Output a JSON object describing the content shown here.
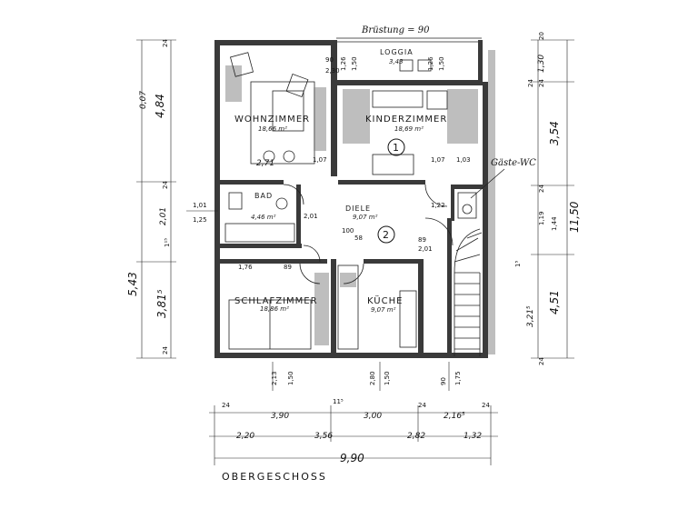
{
  "plan": {
    "title": "OBERGESCHOSS",
    "top_note": "Brüstung = 90",
    "guest_wc_label": "Gäste-WC"
  },
  "rooms": {
    "wohnzimmer": {
      "name": "WOHNZIMMER",
      "area": "18,66 m²"
    },
    "kinderzimmer": {
      "name": "KINDERZIMMER",
      "area": "18,69 m²"
    },
    "loggia": {
      "name": "LOGGIA",
      "area": "3,43"
    },
    "bad": {
      "name": "BAD",
      "area": "4,46 m²"
    },
    "diele": {
      "name": "DIELE",
      "area": "9,07 m²"
    },
    "schlafzimmer": {
      "name": "SCHLAFZIMMER",
      "area": "18,86 m²"
    },
    "kueche": {
      "name": "KÜCHE",
      "area": "9,07 m²"
    }
  },
  "markers": {
    "one": "1",
    "two": "2"
  },
  "dims": {
    "left_outer_1": "0,07",
    "left_outer_2": "4,84",
    "left_outer_3": "5,43",
    "left_outer_4": "3,81⁵",
    "left_24_top": "24",
    "left_24_mid": "24",
    "left_24_bot": "24",
    "left_201": "2,01",
    "left_115": "1¹⁵",
    "left_101": "1,01",
    "left_125": "1,25",
    "right_20": "20",
    "right_130": "1,30",
    "right_354": "3,54",
    "right_1150": "11,50",
    "right_24a": "24",
    "right_24b": "24",
    "right_119": "1,19",
    "right_144": "1,44",
    "right_451": "4,51",
    "right_321": "3,21⁵",
    "right_15": "1⁵",
    "right_24c": "24",
    "right_24d": "24",
    "bottom_24a": "24",
    "bottom_390": "3,90",
    "bottom_115": "11⁵",
    "bottom_300": "3,00",
    "bottom_24b": "24",
    "bottom_216": "2,16⁵",
    "bottom_24c": "24",
    "bottom_220": "2,20",
    "bottom_356": "3,56",
    "bottom_282": "2,82",
    "bottom_132": "1,32",
    "bottom_990": "9,90",
    "sub_213": "2,13",
    "sub_150a": "1,50",
    "sub_280": "2,80",
    "sub_150b": "1,50",
    "sub_90": "90",
    "sub_175": "1,75",
    "inner_90": "90",
    "inner_230": "2,30",
    "inner_126a": "1,26",
    "inner_150a": "1,50",
    "inner_126b": "1,26",
    "inner_150b": "1,50",
    "inner_271": "2,71",
    "inner_107a": "1,07",
    "inner_107b": "1,07",
    "inner_103": "1,03",
    "inner_176": "1,76",
    "inner_89": "89",
    "inner_201": "2,01",
    "inner_122": "1,22",
    "inner_58": "58",
    "inner_100": "100",
    "inner_201b": "2,01",
    "inner_89b": "89"
  }
}
